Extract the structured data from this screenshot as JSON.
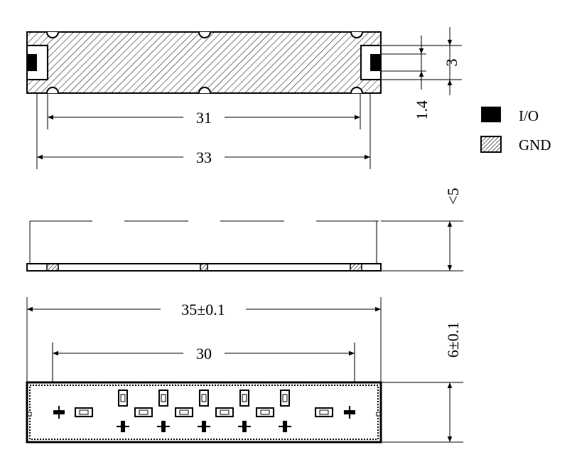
{
  "dimensions": {
    "top_inner_width": "31",
    "top_outer_width": "33",
    "top_pad_pitch": "3",
    "top_pad_height": "1.4",
    "side_height": "<5",
    "bottom_width": "35±0.1",
    "bottom_inner": "30",
    "bottom_height": "6±0.1"
  },
  "legend": [
    {
      "label": "I/O",
      "fill": "solid",
      "color": "#000000"
    },
    {
      "label": "GND",
      "fill": "hatched",
      "color": "#000000"
    }
  ]
}
